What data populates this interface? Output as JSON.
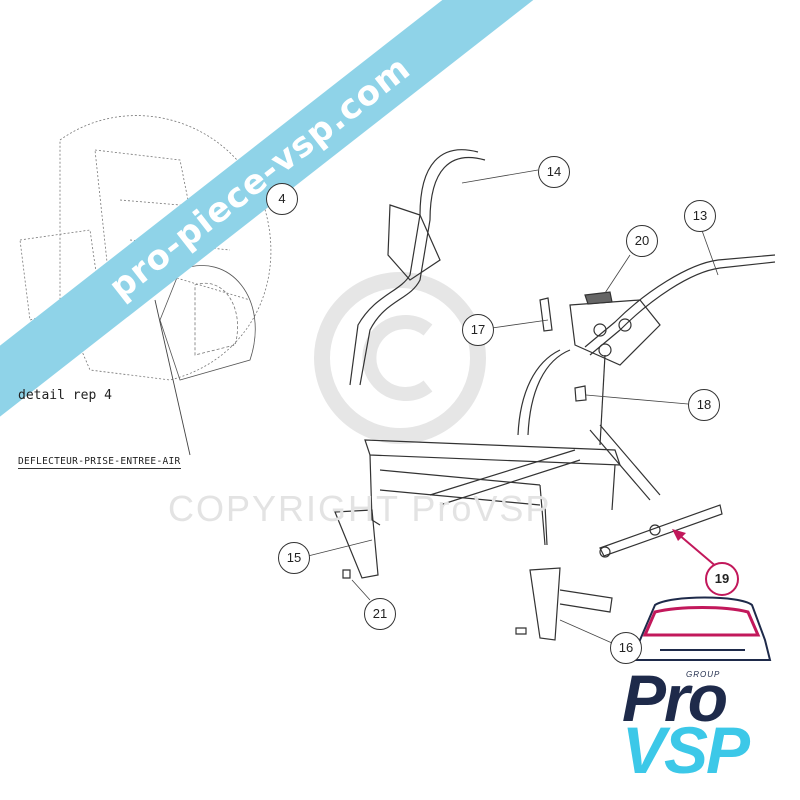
{
  "watermark": {
    "text": "pro-piece-vsp.com",
    "color": "#8fd3e8"
  },
  "detail": {
    "label": "detail rep 4",
    "part_name": "DEFLECTEUR-PRISE-ENTREE-AIR"
  },
  "copyright": {
    "text": "COPYRIGHT ProVSP"
  },
  "callouts": {
    "c4": "4",
    "c13": "13",
    "c14": "14",
    "c15": "15",
    "c16": "16",
    "c17": "17",
    "c18": "18",
    "c19": "19",
    "c20": "20",
    "c21": "21"
  },
  "highlight_color": "#c2185b",
  "logo": {
    "group": "GROUP",
    "line1": "Pro",
    "line2": "VSP",
    "dark": "#1e2a4a",
    "accent": "#3cc8e8"
  }
}
